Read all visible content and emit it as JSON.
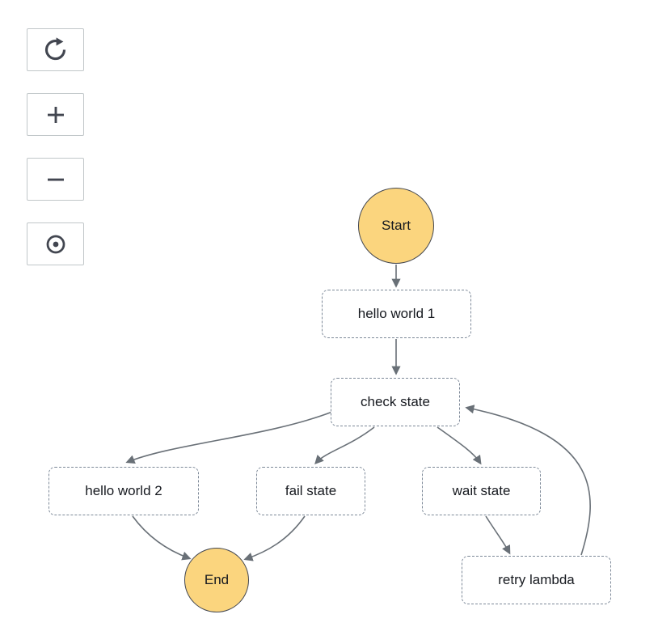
{
  "toolbar": {
    "buttons": [
      {
        "id": "refresh",
        "icon": "refresh-icon"
      },
      {
        "id": "zoom-in",
        "icon": "plus-icon"
      },
      {
        "id": "zoom-out",
        "icon": "minus-icon"
      },
      {
        "id": "center",
        "icon": "center-dot-icon"
      }
    ]
  },
  "diagram": {
    "nodes": {
      "start": {
        "label": "Start",
        "type": "terminal"
      },
      "hello_world_1": {
        "label": "hello world 1",
        "type": "state"
      },
      "check_state": {
        "label": "check state",
        "type": "state"
      },
      "hello_world_2": {
        "label": "hello world 2",
        "type": "state"
      },
      "fail_state": {
        "label": "fail state",
        "type": "state"
      },
      "wait_state": {
        "label": "wait state",
        "type": "state"
      },
      "retry_lambda": {
        "label": "retry lambda",
        "type": "state"
      },
      "end": {
        "label": "End",
        "type": "terminal"
      }
    },
    "edges": [
      {
        "from": "Start",
        "to": "hello world 1"
      },
      {
        "from": "hello world 1",
        "to": "check state"
      },
      {
        "from": "check state",
        "to": "hello world 2"
      },
      {
        "from": "check state",
        "to": "fail state"
      },
      {
        "from": "check state",
        "to": "wait state"
      },
      {
        "from": "hello world 2",
        "to": "End"
      },
      {
        "from": "fail state",
        "to": "End"
      },
      {
        "from": "wait state",
        "to": "retry lambda"
      },
      {
        "from": "retry lambda",
        "to": "check state"
      }
    ],
    "colors": {
      "terminal_fill": "#fbd57e",
      "terminal_border": "#424650",
      "state_border": "#7d8998",
      "edge": "#697077",
      "text": "#16191f",
      "toolbar_border": "#c1c7c9",
      "icon": "#424650"
    }
  }
}
